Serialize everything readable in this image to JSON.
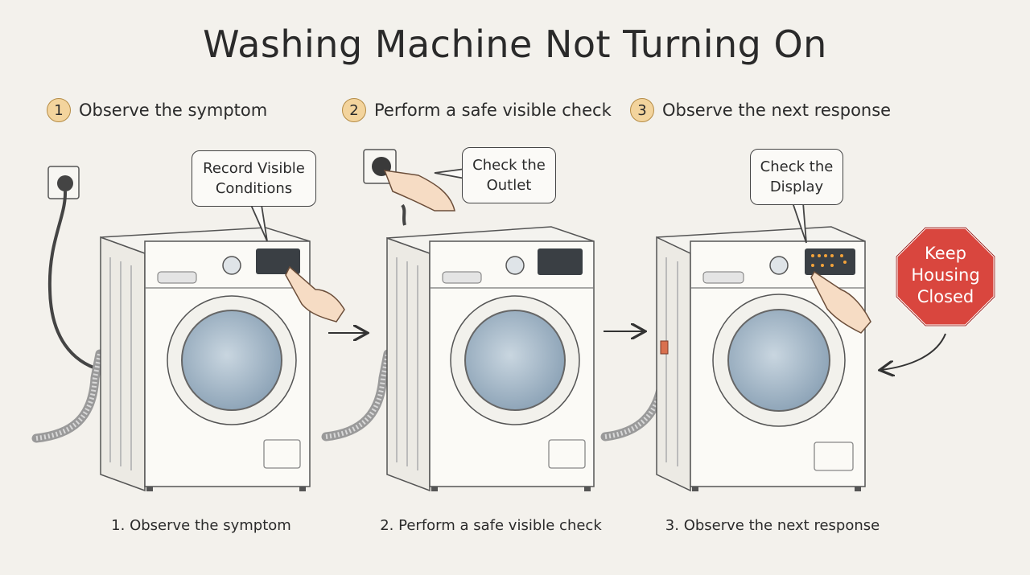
{
  "title": "Washing Machine Not Turning On",
  "steps": [
    {
      "number": "1",
      "heading": "Observe the symptom",
      "caption": "1. Observe the symptom",
      "callout_line1": "Record Visible",
      "callout_line2": "Conditions"
    },
    {
      "number": "2",
      "heading": "Perform a safe visible check",
      "caption": "2. Perform a safe visible check",
      "callout_line1": "Check the",
      "callout_line2": "Outlet"
    },
    {
      "number": "3",
      "heading": "Observe the next response",
      "caption": "3. Observe the next response",
      "callout_line1": "Check the",
      "callout_line2": "Display"
    }
  ],
  "warning_sign": {
    "line1": "Keep",
    "line2": "Housing",
    "line3": "Closed",
    "color": "#d9463e"
  },
  "colors": {
    "background": "#f3f1ec",
    "badge": "#f3d49d",
    "machine_body": "#fbfaf6",
    "door_glass": "#9fb3c4"
  },
  "icons": [
    "wall-outlet-icon",
    "hand-icon",
    "arrow-icon",
    "stop-sign-icon"
  ]
}
